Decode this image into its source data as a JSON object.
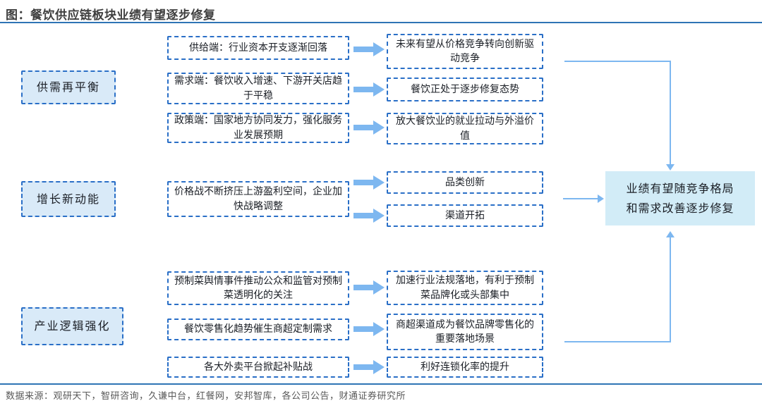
{
  "title": "图：餐饮供应链板块业绩有望逐步修复",
  "source": "数据来源：观研天下，智研咨询，久谦中台，红餐网，安邦智库，各公司公告，财通证券研究所",
  "colors": {
    "border_blue": "#2a6fc7",
    "arrow_blue": "#7db7f0",
    "box_fill": "#d9eaf8",
    "final_fill": "#d2ecf7",
    "rule_blue": "#2e74b5",
    "text_dark": "#1b1f26",
    "source_gray": "#595959"
  },
  "groups": [
    {
      "label": "供需再平衡",
      "rows": [
        {
          "input": "供给端：行业资本开支逐渐回落",
          "output": "未来有望从价格竞争转向创新驱动竞争"
        },
        {
          "input": "需求端：餐饮收入增速、下游开关店趋于平稳",
          "output": "餐饮正处于逐步修复态势"
        },
        {
          "input": "政策端：国家地方协同发力，强化服务业发展预期",
          "output": "放大餐饮业的就业拉动与外溢价值"
        }
      ]
    },
    {
      "label": "增长新动能",
      "rows": [
        {
          "input": "价格战不断挤压上游盈利空间，企业加快战略调整",
          "outputs": [
            "品类创新",
            "渠道开拓"
          ]
        }
      ]
    },
    {
      "label": "产业逻辑强化",
      "rows": [
        {
          "input": "预制菜舆情事件推动公众和监管对预制菜透明化的关注",
          "output": "加速行业法规落地，有利于预制菜品牌化或头部集中"
        },
        {
          "input": "餐饮零售化趋势催生商超定制需求",
          "output": "商超渠道成为餐饮品牌零售化的重要落地场景"
        },
        {
          "input": "各大外卖平台掀起补贴战",
          "output": "利好连锁化率的提升"
        }
      ]
    }
  ],
  "conclusion": "业绩有望随竞争格局和需求改善逐步修复"
}
